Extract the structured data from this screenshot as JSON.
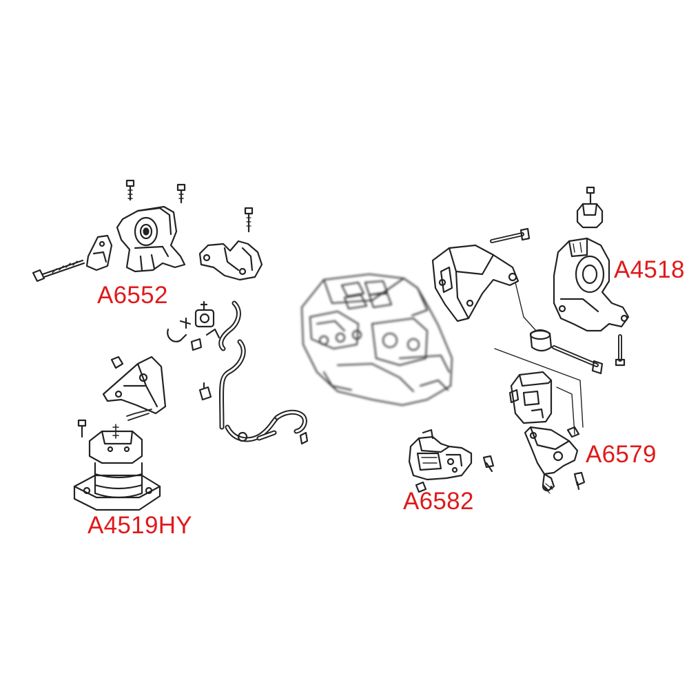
{
  "labels": {
    "a6552": "A6552",
    "a4518": "A4518",
    "a4519hy": "A4519HY",
    "a6579": "A6579",
    "a6582": "A6582"
  },
  "colors": {
    "label": "#e0191b",
    "line": "#222222",
    "background": "#ffffff"
  }
}
